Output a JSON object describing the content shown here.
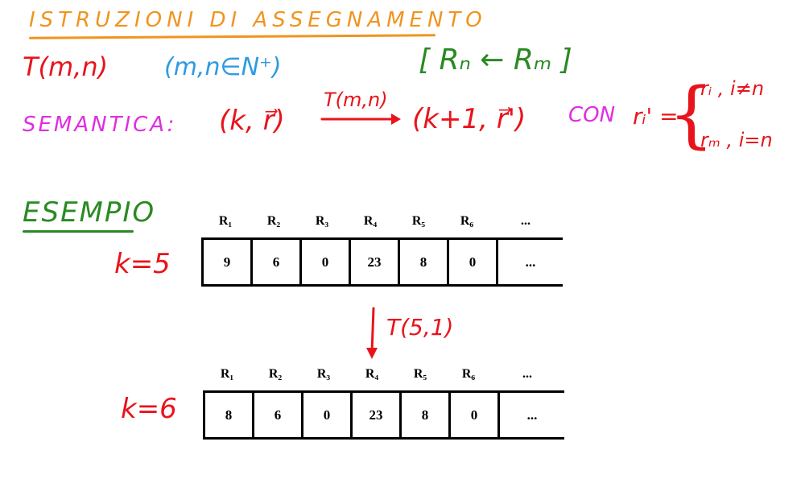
{
  "title": "ISTRUZIONI DI ASSEGNAMENTO",
  "instruction": "T(m,n)",
  "domain": "(m,n∈N⁺)",
  "assignment": "[ Rₙ ← Rₘ ]",
  "semantics_label": "SEMANTICA:",
  "state_before": "(k, r⃗)",
  "arrow_label": "T(m,n)",
  "state_after": "(k+1, r⃗')",
  "con": "CON",
  "r_prime": "rᵢ' =",
  "case_1": "rᵢ , i≠n",
  "case_2": "rₘ , i=n",
  "example_label": "ESEMPIO",
  "before": {
    "k_label": "k=5",
    "headers": [
      "R₁",
      "R₂",
      "R₃",
      "R₄",
      "R₅",
      "R₆",
      "..."
    ],
    "values": [
      "9",
      "6",
      "0",
      "23",
      "8",
      "0",
      "..."
    ]
  },
  "transform_label": "T(5,1)",
  "after": {
    "k_label": "k=6",
    "headers": [
      "R₁",
      "R₂",
      "R₃",
      "R₄",
      "R₅",
      "R₆",
      "..."
    ],
    "values": [
      "8",
      "6",
      "0",
      "23",
      "8",
      "0",
      "..."
    ]
  },
  "colors": {
    "orange": "#f0941f",
    "red": "#e8141c",
    "blue": "#2e9be0",
    "green": "#2a8a23",
    "magenta": "#e02ee0"
  }
}
